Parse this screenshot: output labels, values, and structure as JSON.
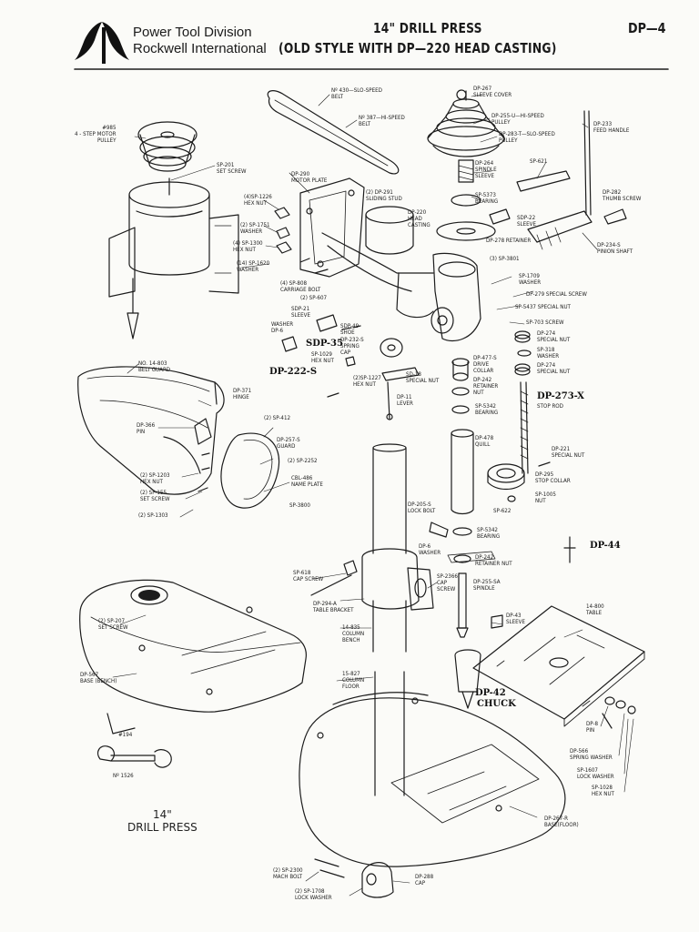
{
  "header": {
    "company_line1": "Power Tool Division",
    "company_line2": "Rockwell International",
    "title_line1": "14\" DRILL PRESS",
    "title_line2": "(OLD STYLE WITH DP—220 HEAD CASTING)",
    "sheet_code": "DP—4"
  },
  "labels": {
    "l_430": "Nº 430—SLO-SPEED\nBELT",
    "l_387": "Nº 387—HI-SPEED\nBELT",
    "l_985": "#985\n4 - STEP MOTOR\nPULLEY",
    "l_sp201": "SP-201\nSET SCREW",
    "l_dp290": "DP-290\nMOTOR PLATE",
    "l_sp1226": "(4)SP-1226\nHEX NUT",
    "l_sp1751": "(2) SP-1751\nWASHER",
    "l_sp1300": "(4) SP-1300\nHEX NUT",
    "l_sp1620": "(14) SP-1620\nWASHER",
    "l_sp808": "(4) SP-808\nCARRIAGE BOLT",
    "l_sp607": "(2) SP-607",
    "l_dp291": "(2) DP-291\nSLIDING STUD",
    "l_dp220": "DP-220\nHEAD\nCASTING",
    "l_dp267": "DP-267\nSLEEVE COVER",
    "l_dp255u": "DP-255-U—HI-SPEED\nPULLEY",
    "l_dp283t": "DP-283-T—SLO-SPEED\nPULLEY",
    "l_dp264": "DP-264\nSPINDLE\nSLEEVE",
    "l_sp5373": "SP-5373\nBEARING",
    "l_sdp22": "SDP-22\nSLEEVE",
    "l_dp278": "DP-278 RETAINER",
    "l_sp621": "SP-621",
    "l_dp233": "DP-233\nFEED HANDLE",
    "l_dp282": "DP-282\nTHUMB SCREW",
    "l_dp234s": "DP-234-S\nPINION SHAFT",
    "l_sp3801": "(3) SP-3801",
    "l_sp1709": "SP-1709\nWASHER",
    "l_dp279": "DP-279 SPECIAL SCREW",
    "l_sp5437": "SP-5437 SPECIAL NUT",
    "l_sp703": "SP-703 SCREW",
    "l_dp274a": "DP-274\nSPECIAL NUT",
    "l_sp318": "SP-318\nWASHER",
    "l_dp274b": "DP-274\nSPECIAL NUT",
    "l_sdp21": "SDP-21\nSLEEVE",
    "l_washer_dp6": "WASHER\nDP-6",
    "l_sdp49": "SDP-49\nSHOE",
    "l_sp1029": "SP-1029\nHEX NUT",
    "l_sdp35": "SDP-35",
    "l_dp232s": "DP-232-S\nSPRING\nCAP",
    "l_dp222s": "DP-222-S",
    "l_sp1227": "(2)SP-1227\nHEX NUT",
    "l_sd18": "SD-18\nSPECIAL NUT",
    "l_dp11": "DP-11\nLEVER",
    "l_dp477s": "DP-477-S\nDRIVE\nCOLLAR",
    "l_dp242a": "DP-242\nRETAINER\nNUT",
    "l_sp5342a": "SP-5342\nBEARING",
    "l_dp273x": "DP-273-X",
    "l_stoprod": "STOP ROD",
    "l_dp478": "DP-478\nQUILL",
    "l_no14803": "NO. 14-803\nBELT GUARD",
    "l_dp371": "DP-371\nHINGE",
    "l_sp412": "(2) SP-412",
    "l_dp366": "DP-366\nPIN",
    "l_dp257s": "DP-257-S\nGUARD",
    "l_sp2252": "(2) SP-2252",
    "l_cbl486": "CBL-486\nNAME PLATE",
    "l_sp1203": "(2) SP-1203\nHEX NUT",
    "l_sp155": "(2) SP-155\nSET SCREW",
    "l_sp1303": "(2) SP-1303",
    "l_sp3800": "SP-3800",
    "l_dp221": "DP-221\nSPECIAL NUT",
    "l_dp295": "DP-295\nSTOP COLLAR",
    "l_sp1005": "SP-1005\nNUT",
    "l_sp622": "SP-622",
    "l_dp205s": "DP-205-S\nLOCK BOLT",
    "l_sp5342b": "SP-5342\nBEARING",
    "l_dp6": "DP-6\nWASHER",
    "l_dp242b": "DP-242\nRETAINER NUT",
    "l_dp44": "DP-44",
    "l_sp618": "SP-618\nCAP SCREW",
    "l_sp2366": "SP-2366\nCAP\nSCREW",
    "l_dp255sa": "DP-255-SA\nSPINDLE",
    "l_dp294a": "DP-294-A\nTABLE BRACKET",
    "l_sp207": "(2) SP-207\nSET SCREW",
    "l_14835": "14-835\nCOLUMN\nBENCH",
    "l_dp43": "DP-43\nSLEEVE",
    "l_14800": "14-800\nTABLE",
    "l_dp567": "DP-567\nBASE (BENCH)",
    "l_15827": "15-827\nCOLUMN\nFLOOR",
    "l_dp42": "DP-42",
    "l_chuck": "CHUCK",
    "l_dp8": "DP-8\nPIN",
    "l_no194": "#194",
    "l_dp566": "DP-566\nSPRING WASHER",
    "l_sp1607": "SP-1607\nLOCK WASHER",
    "l_no1526": "Nº 1526",
    "l_sp1028": "SP-1028\nHEX NUT",
    "l_dp2674r": "DP-267-R\nBASE(FLOOR)",
    "l_caption": "14\"\nDRILL PRESS",
    "l_sp2300": "(2) SP-2300\nMACH BOLT",
    "l_sp1708": "(2) SP-1708\nLOCK WASHER",
    "l_dp288": "DP-288\nCAP"
  }
}
